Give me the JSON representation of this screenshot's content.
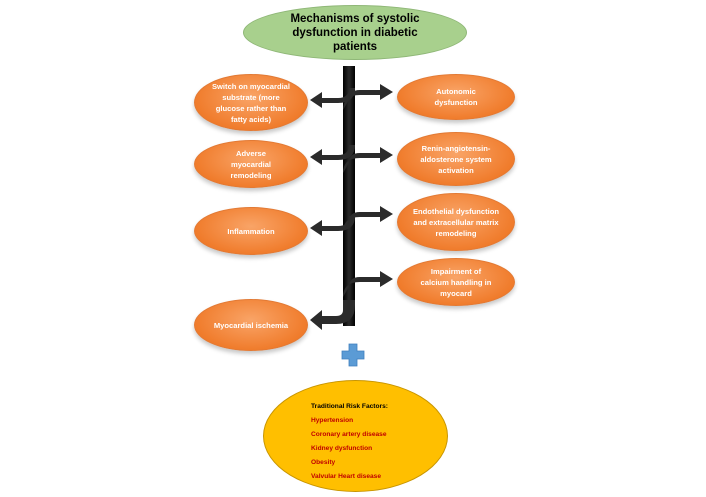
{
  "title": "Mechanisms of systolic dysfunction in diabetic patients",
  "left_mechanisms": [
    "Switch on myocardial substrate (more glucose rather than fatty acids)",
    "Adverse myocardial remodeling",
    "Inflammation",
    "Myocardial ischemia"
  ],
  "right_mechanisms": [
    "Autonomic dysfunction",
    "Renin-angiotensin-aldosterone system activation",
    "Endothelial dysfunction and extracellular matrix remodeling",
    "Impairment of calcium handling in myocard"
  ],
  "plus_symbol": "plus-icon",
  "risk_factors": {
    "title": "Traditional Risk Factors:",
    "items": [
      "Hypertension",
      "Coronary artery disease",
      "Kidney dysfunction",
      "Obesity",
      "Valvular Heart disease"
    ]
  },
  "colors": {
    "title_oval": "#a8d08d",
    "mechanism_oval": "#f07c2c",
    "risk_oval": "#ffbf00",
    "risk_items": "#c00000",
    "plus": "#5b9bd5",
    "arrows": "#1a1a1a"
  }
}
